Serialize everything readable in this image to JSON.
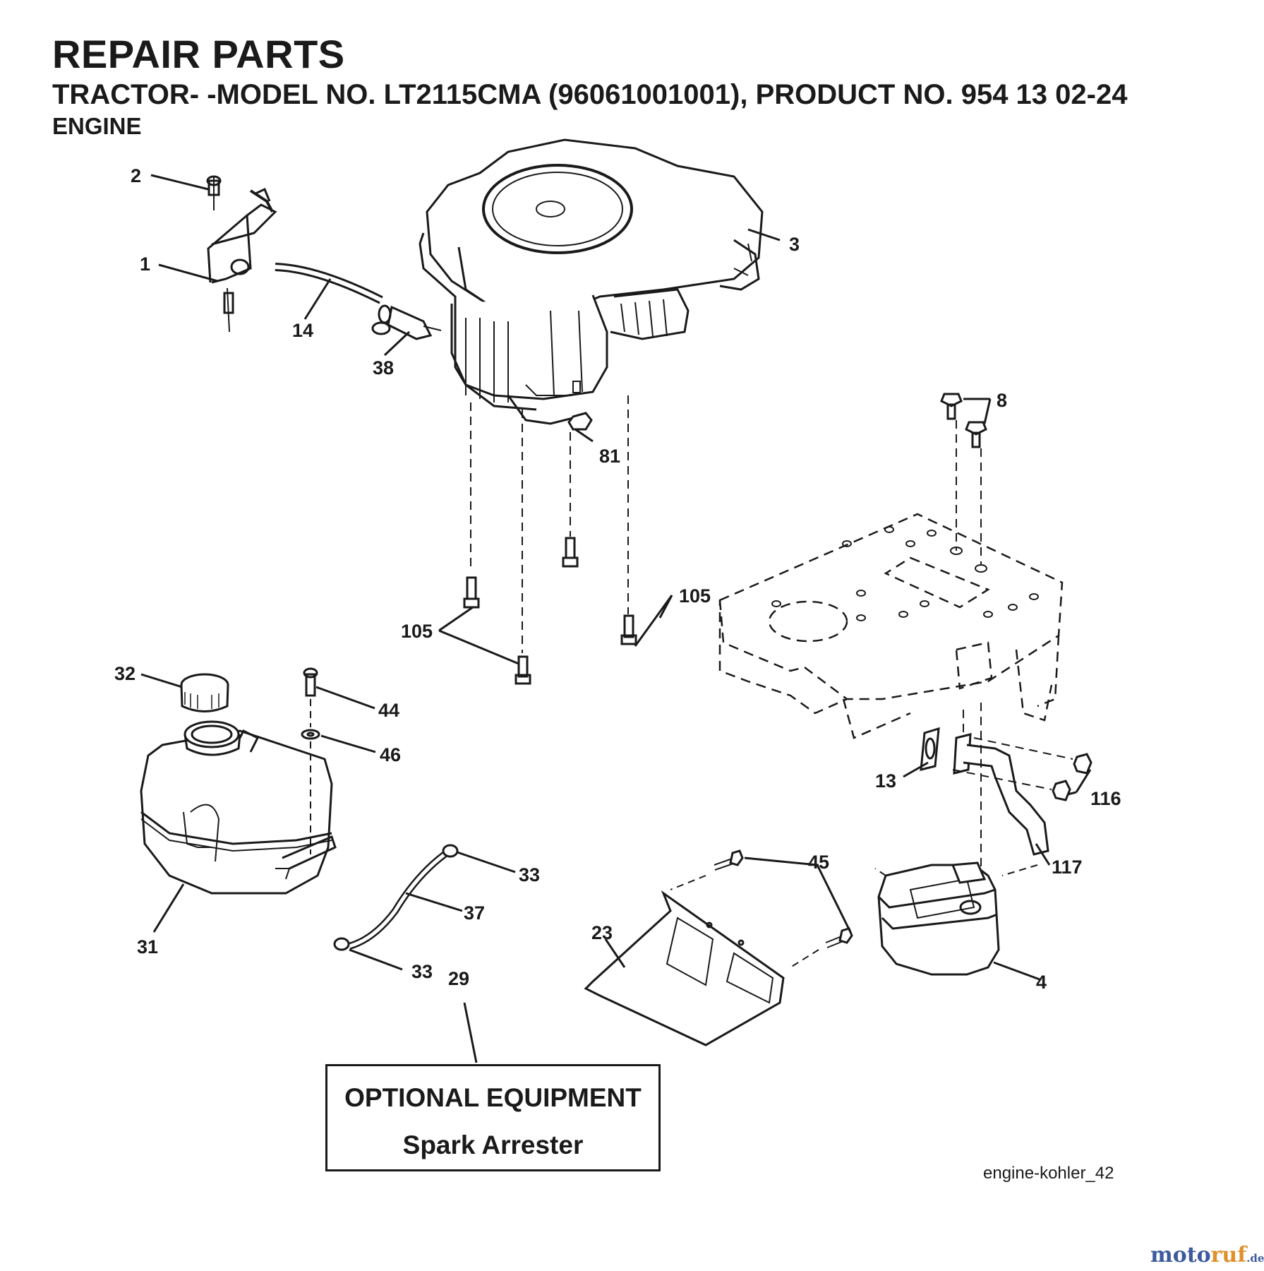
{
  "header": {
    "title": "REPAIR PARTS",
    "model_line": "TRACTOR- -MODEL NO. LT2115CMA (96061001001), PRODUCT NO. 954 13 02-24",
    "section": "ENGINE"
  },
  "callouts": [
    "2",
    "1",
    "14",
    "38",
    "3",
    "8",
    "81",
    "105",
    "105",
    "32",
    "44",
    "46",
    "13",
    "116",
    "117",
    "45",
    "33",
    "37",
    "31",
    "33",
    "29",
    "23",
    "4"
  ],
  "optional_box": {
    "line1": "OPTIONAL EQUIPMENT",
    "line2": "Spark Arrester"
  },
  "reference": "engine-kohler_42",
  "watermark": {
    "part1": "moto",
    "part2": "ruf",
    "part3": ".de"
  }
}
